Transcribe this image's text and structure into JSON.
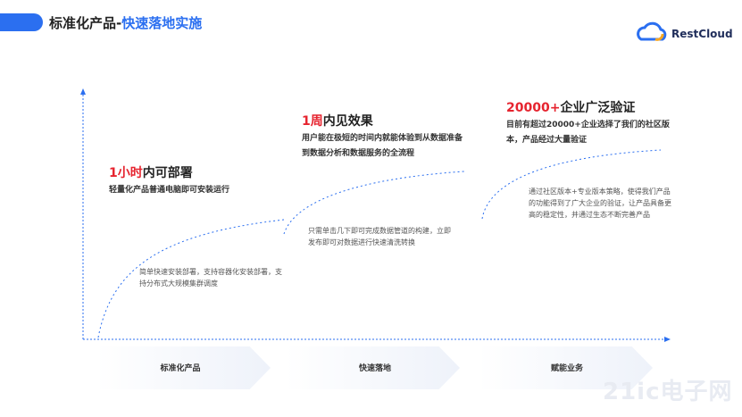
{
  "header": {
    "title_part1": "标准化产品-",
    "title_part2": "快速落地实施",
    "brand": "RestCloud"
  },
  "stages": [
    {
      "heading_red": "1小时",
      "heading_rest": "内可部署",
      "desc": "轻量化产品普通电脑即可安装运行",
      "note": "简单快速安装部署，支持容器化安装部署，支持分布式大规模集群调度",
      "chevron": "标准化产品"
    },
    {
      "heading_red": "1周",
      "heading_rest": "内见效果",
      "desc": "用户能在极短的时间内就能体验到从数据准备到数据分析和数据服务的全流程",
      "note": "只需单击几下即可完成数据管道的构建，立即发布即可对数据进行快速清洗转换",
      "chevron": "快速落地"
    },
    {
      "heading_red": "20000+",
      "heading_rest": "企业广泛验证",
      "desc": "目前有超过20000+企业选择了我们的社区版本，产品经过大量验证",
      "note": "通过社区版本+专业版本策略，使得我们产品的功能得到了广大企业的验证，让产品具备更高的稳定性，并通过生态不断完善产品",
      "chevron": "赋能业务"
    }
  ],
  "watermark": "21ic电子网",
  "colors": {
    "accent": "#2b6ff0",
    "red": "#e6242f"
  }
}
